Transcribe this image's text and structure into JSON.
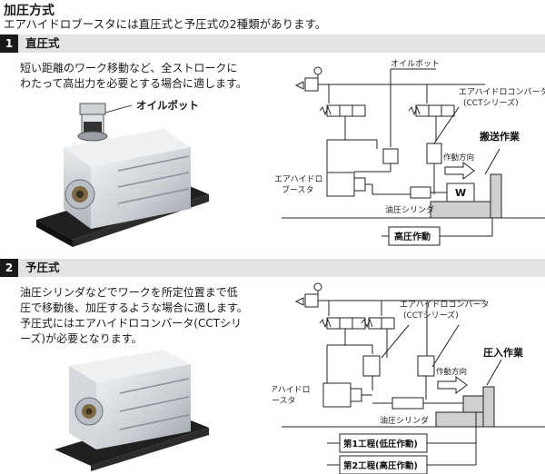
{
  "page": {
    "title": "加圧方式",
    "intro": "エアハイドロブースタには直圧式と予圧式の2種類があります。"
  },
  "section1": {
    "number": "1",
    "heading": "直圧式",
    "lines": [
      "短い距離のワーク移動など、全ストロークに",
      "わたって高出力を必要とする場合に適します。"
    ],
    "photo_callout": "オイルポット",
    "diagram": {
      "oil_pot": "オイルポット",
      "converter_1": "エアハイドロコンバータ",
      "converter_2": "(CCTシリーズ)",
      "transfer": "搬送作業",
      "direction": "作動方向",
      "booster_1": "エアハイドロ",
      "booster_2": "ブースタ",
      "work": "W",
      "cylinder": "油圧シリンダ",
      "high_pressure": "高圧作動"
    }
  },
  "section2": {
    "number": "2",
    "heading": "予圧式",
    "lines": [
      "油圧シリンダなどでワークを所定位置まで低",
      "圧で移動後、加圧するような場合に適します。",
      "予圧式にはエアハイドロコンバータ(CCTシリ",
      "ーズ)が必要となります。"
    ],
    "diagram": {
      "converter_1": "エアハイドロコンバータ",
      "converter_2": "(CCTシリーズ)",
      "press": "圧入作業",
      "direction": "作動方向",
      "booster_1": "エアハイドロ",
      "booster_2": "ブースタ",
      "cylinder": "油圧シリンダ",
      "step1": "第1工程(低圧作動)",
      "step2": "第2工程(高圧作動)"
    }
  }
}
